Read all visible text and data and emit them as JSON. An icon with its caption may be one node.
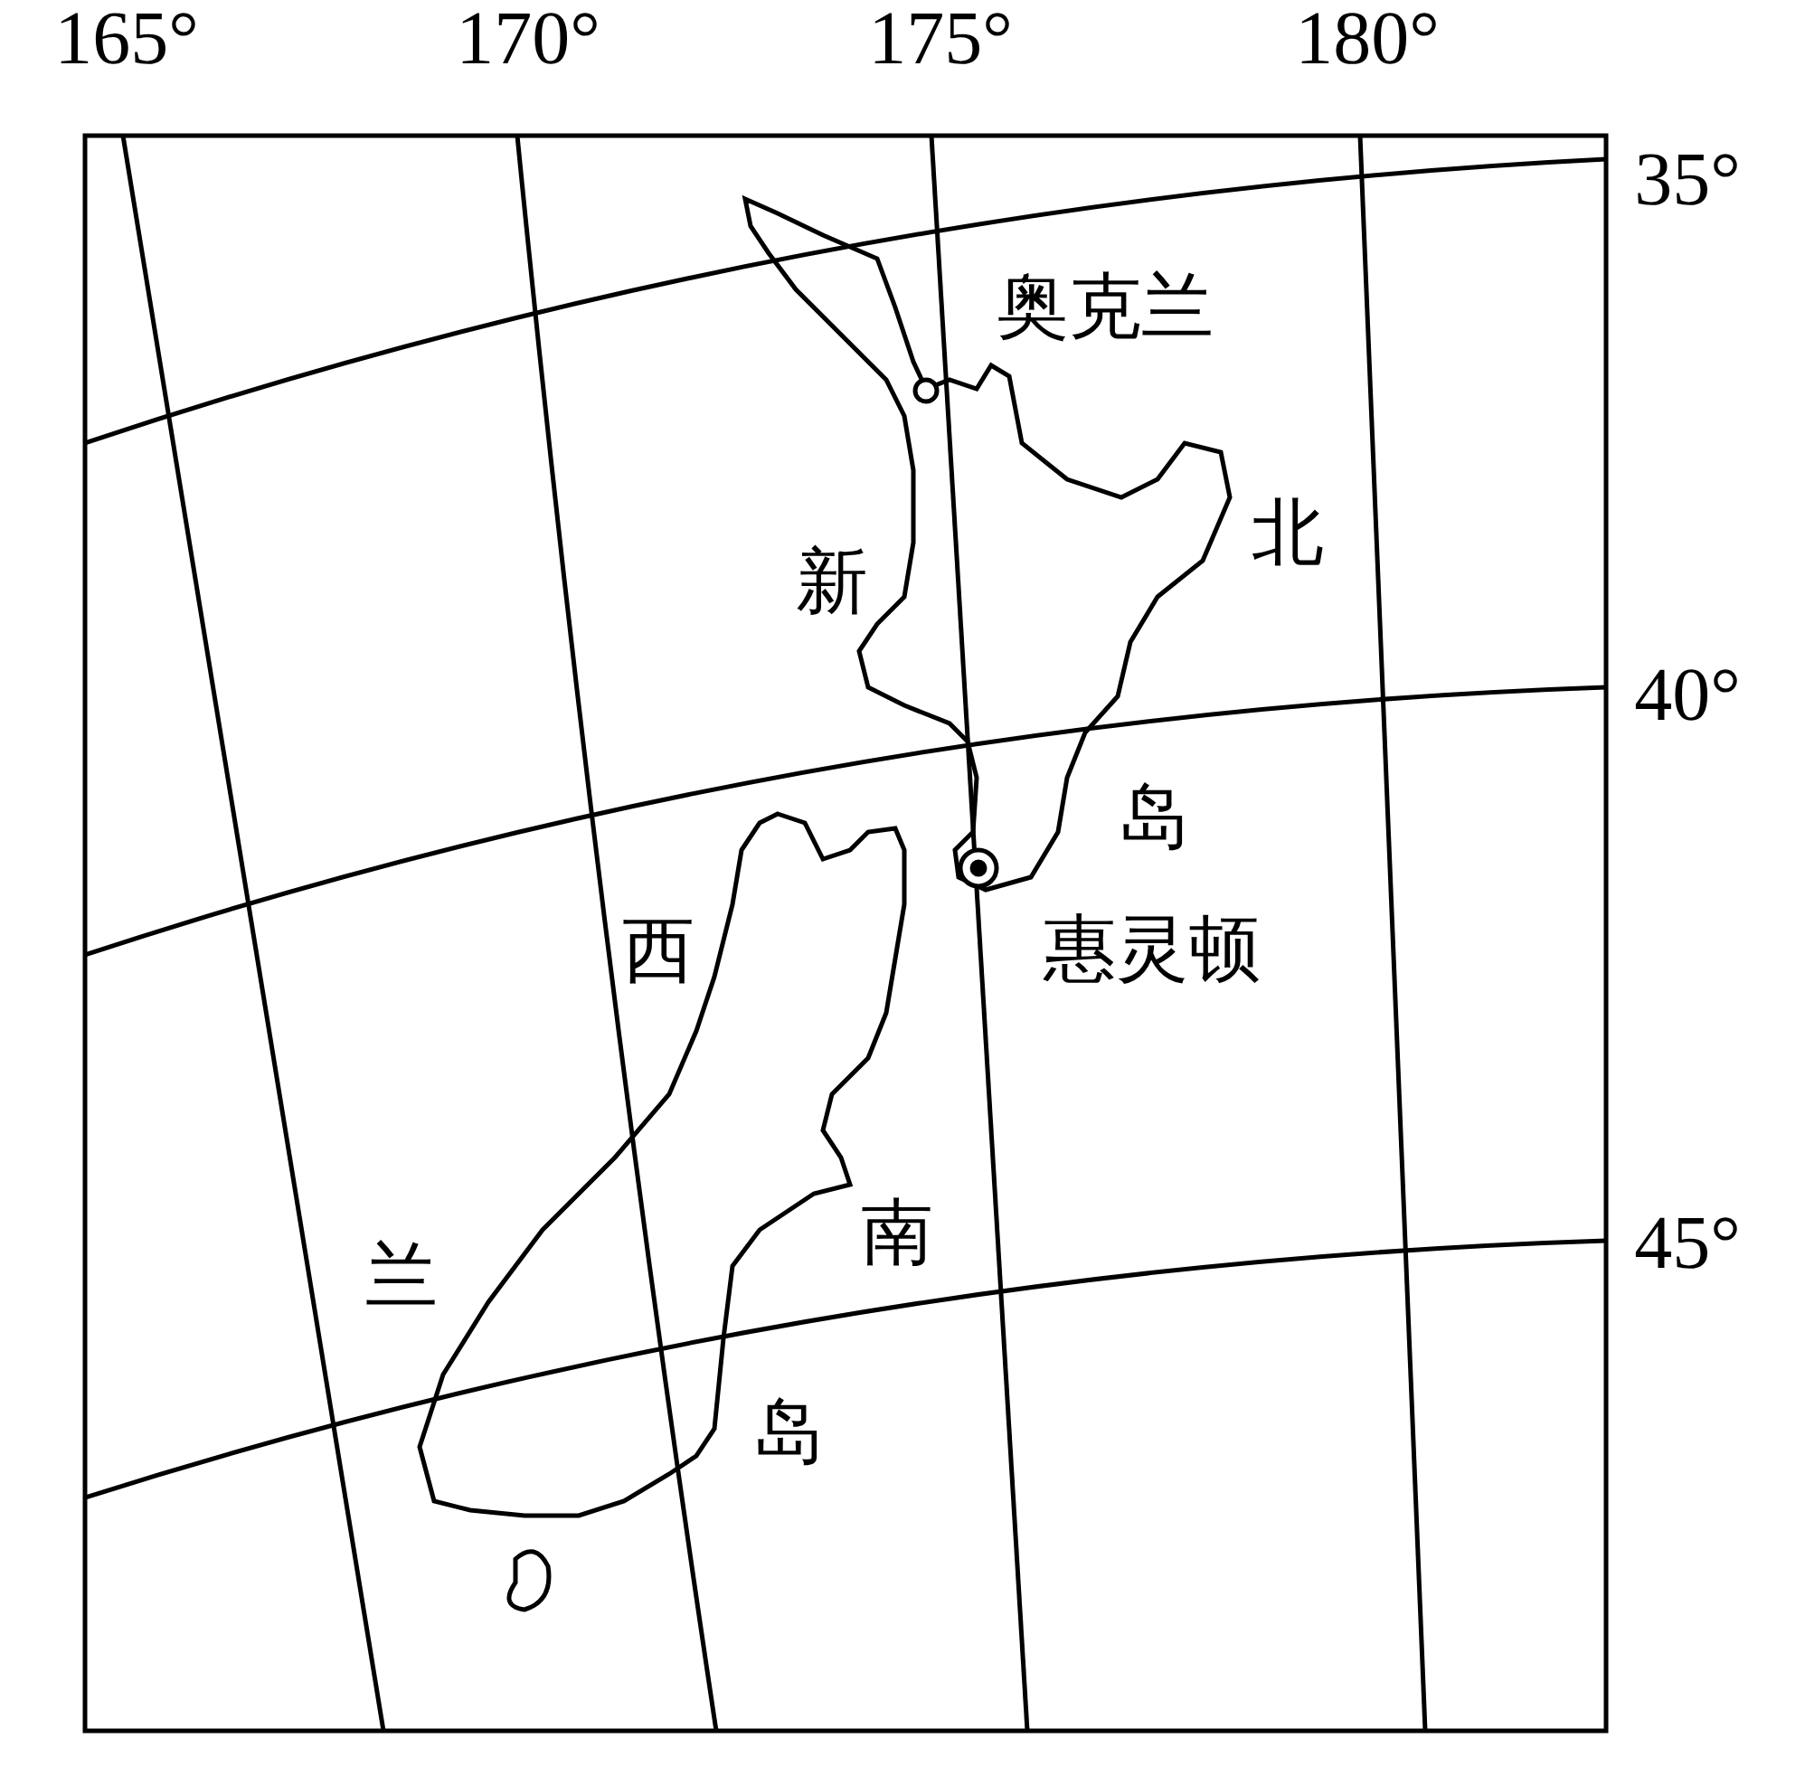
{
  "diagram": {
    "labels": [
      "165°",
      "170°",
      "175°",
      "180°",
      "35°",
      "奥克兰",
      "北",
      "新",
      "40°",
      "岛",
      "西",
      "惠灵顿",
      "南",
      "45°",
      "兰",
      "岛"
    ]
  }
}
